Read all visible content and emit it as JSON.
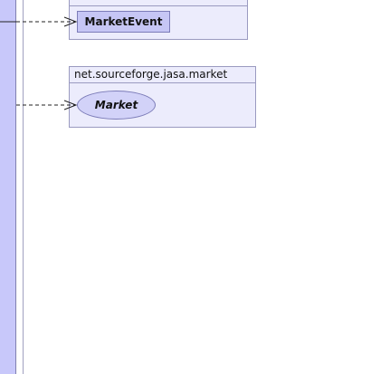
{
  "packages": [
    {
      "title": "",
      "elements": [
        {
          "kind": "class",
          "label": "MarketEvent"
        }
      ]
    },
    {
      "title": "net.sourceforge.jasa.market",
      "elements": [
        {
          "kind": "interface",
          "label": "Market"
        }
      ]
    }
  ],
  "edges": [
    {
      "from": "lifeline",
      "to": "MarketEvent",
      "style": "dashed",
      "head": "open-arrow"
    },
    {
      "from": "lifeline",
      "to": "Market",
      "style": "dashed",
      "head": "open-arrow"
    }
  ],
  "colors": {
    "lifeline_fill": "#c8c8fa",
    "package_fill": "#ececfc",
    "class_fill": "#c6c6f5",
    "interface_fill": "#d2d2f8",
    "border": "#9a9ac0"
  }
}
